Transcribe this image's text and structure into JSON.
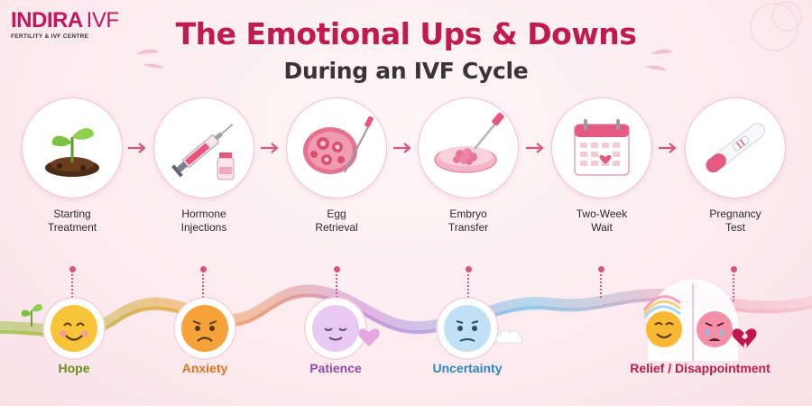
{
  "brand": {
    "logo_main": "INDIRA",
    "logo_ivf": "IVF",
    "logo_sub": "FERTILITY & IVF CENTRE"
  },
  "header": {
    "title": "The Emotional Ups & Downs",
    "subtitle": "During an IVF Cycle"
  },
  "steps": [
    {
      "label": "Starting\nTreatment",
      "icon": "seedling-icon"
    },
    {
      "label": "Hormone\nInjections",
      "icon": "syringe-icon"
    },
    {
      "label": "Egg\nRetrieval",
      "icon": "ovary-icon"
    },
    {
      "label": "Embryo\nTransfer",
      "icon": "petri-dish-icon"
    },
    {
      "label": "Two-Week\nWait",
      "icon": "calendar-icon"
    },
    {
      "label": "Pregnancy\nTest",
      "icon": "pregnancy-test-icon"
    }
  ],
  "emotions": [
    {
      "label": "Hope",
      "color": "#6a8d1f",
      "face": "smiling-face-icon"
    },
    {
      "label": "Anxiety",
      "color": "#e2731b",
      "face": "worried-face-icon"
    },
    {
      "label": "Patience",
      "color": "#8e4ca8",
      "face": "calm-face-icon"
    },
    {
      "label": "Uncertainty",
      "color": "#2b86c5",
      "face": "uncertain-face-icon"
    },
    {
      "label": "Relief / Disappointment",
      "color": "#c01a4e",
      "face": "relieved-and-crying-face-icon"
    }
  ],
  "colors": {
    "title": "#c01a4e",
    "subtitle": "#3b3436",
    "accent": "#d8567e",
    "wave_gradient": [
      "#9bc34a",
      "#f5a13c",
      "#c88ad8",
      "#7fc4e8",
      "#f0a1b6"
    ]
  }
}
